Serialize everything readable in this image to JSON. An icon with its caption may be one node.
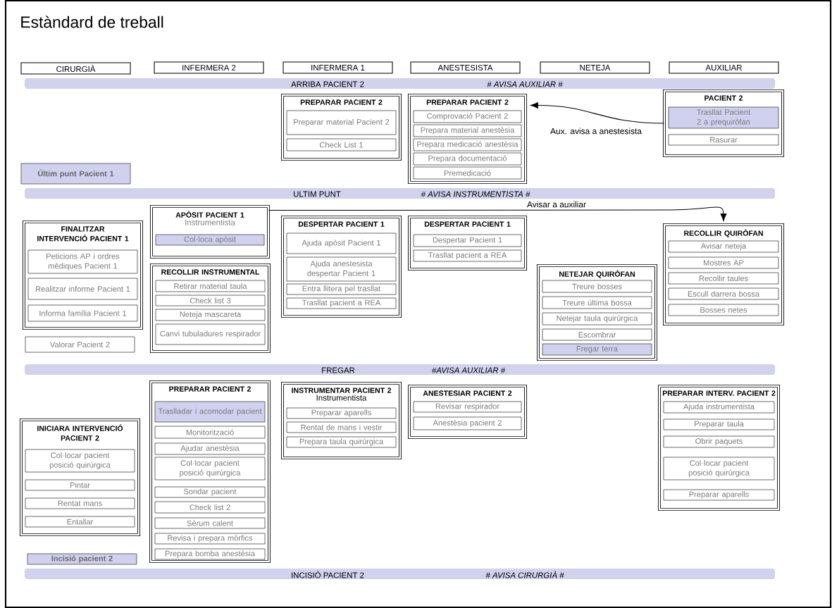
{
  "diagram": {
    "title": "Estàndard de treball",
    "nodes": [
      {
        "text": [
          "CIRURGIÀ"
        ]
      },
      {
        "text": [
          "INFERMERA 2"
        ]
      },
      {
        "text": [
          "INFERMERA 1"
        ]
      },
      {
        "text": [
          "ANESTESISTA"
        ]
      },
      {
        "text": [
          "NETEJA"
        ]
      },
      {
        "text": [
          "AUXILIAR"
        ]
      },
      {
        "text": [
          "ARRIBA PACIENT 2",
          "# AVISA AUXILIAR #"
        ]
      },
      {
        "text": [
          "PREPARAR PACIENT 2"
        ]
      },
      {
        "text": [
          "Preparar material Pacient 2"
        ],
        "in": 7
      },
      {
        "text": [
          "Check List 1"
        ],
        "in": 7
      },
      {
        "text": [
          "PREPARAR PACIENT 2"
        ]
      },
      {
        "text": [
          "Comprovació Pacient 2"
        ],
        "in": 10
      },
      {
        "text": [
          "Prepara material anestèsia"
        ],
        "in": 10
      },
      {
        "text": [
          "Prepara medicació anestèsia"
        ],
        "in": 10
      },
      {
        "text": [
          "Prepara documentació"
        ],
        "in": 10
      },
      {
        "text": [
          "Premedicació"
        ],
        "in": 10
      },
      {
        "text": [
          "PACIENT 2"
        ]
      },
      {
        "text": [
          "Trasllat Pacient 2 a prequiròfan"
        ],
        "in": 16
      },
      {
        "text": [
          "Rasurar"
        ],
        "in": 16
      },
      {
        "text": [
          "Últim punt Pacient 1"
        ]
      },
      {
        "text": [
          "ULTIM PUNT",
          "# AVISA INSTRUMENTISTA #"
        ]
      },
      {
        "text": [
          "APÒSIT PACIENT 1",
          "Instrumentista"
        ]
      },
      {
        "text": [
          "Col·loca apòsit"
        ],
        "in": 21
      },
      {
        "text": [
          "FINALITZAR INTERVENCIÓ PACIENT 1"
        ]
      },
      {
        "text": [
          "Peticions AP i ordres mèdiques Pacient 1"
        ],
        "in": 23
      },
      {
        "text": [
          "Realitzar informe Pacient 1"
        ],
        "in": 23
      },
      {
        "text": [
          "Informa família Pacient 1"
        ],
        "in": 23
      },
      {
        "text": [
          "RECOLLIR INSTRUMENTAL"
        ]
      },
      {
        "text": [
          "Retirar material taula"
        ],
        "in": 27
      },
      {
        "text": [
          "Check list 3"
        ],
        "in": 27
      },
      {
        "text": [
          "Neteja mascareta"
        ],
        "in": 27
      },
      {
        "text": [
          "Canvi tubuladures respirador"
        ],
        "in": 27
      },
      {
        "text": [
          "DESPERTAR PACIENT 1"
        ]
      },
      {
        "text": [
          "Ajuda apòsit Pacient 1"
        ],
        "in": 32
      },
      {
        "text": [
          "Ajuda anestesista despertar Pacient 1"
        ],
        "in": 32
      },
      {
        "text": [
          "Entra llitera pel trasllat"
        ],
        "in": 32
      },
      {
        "text": [
          "Trasllat pacient a REA"
        ],
        "in": 32
      },
      {
        "text": [
          "DESPERTAR PACIENT 1"
        ]
      },
      {
        "text": [
          "Despertar Pacient 1"
        ],
        "in": 37
      },
      {
        "text": [
          "Trasllat pacient a REA"
        ],
        "in": 37
      },
      {
        "text": [
          "RECOLLIR QUIRÒFAN"
        ]
      },
      {
        "text": [
          "Avisar neteja"
        ],
        "in": 40
      },
      {
        "text": [
          "Mostres AP"
        ],
        "in": 40
      },
      {
        "text": [
          "Recollir taules"
        ],
        "in": 40
      },
      {
        "text": [
          "Escull darrera bossa"
        ],
        "in": 40
      },
      {
        "text": [
          "Bosses netes"
        ],
        "in": 40
      },
      {
        "text": [
          "NETEJAR QUIRÒFAN"
        ]
      },
      {
        "text": [
          "Treure bosses"
        ],
        "in": 46
      },
      {
        "text": [
          "Treure última bossa"
        ],
        "in": 46
      },
      {
        "text": [
          "Netejar taula quirúrgica"
        ],
        "in": 46
      },
      {
        "text": [
          "Escombrar"
        ],
        "in": 46
      },
      {
        "text": [
          "Fregar terra"
        ],
        "in": 46
      },
      {
        "text": [
          "Valorar Pacient 2"
        ]
      },
      {
        "text": [
          "FREGAR",
          "#AVISA AUXILIAR #"
        ]
      },
      {
        "text": [
          "PREPARAR PACIENT 2"
        ]
      },
      {
        "text": [
          "Traslladar i acomodar pacient"
        ],
        "in": 54
      },
      {
        "text": [
          "Monitorització"
        ],
        "in": 54
      },
      {
        "text": [
          "Ajudar anestèsia"
        ],
        "in": 54
      },
      {
        "text": [
          "Col·locar pacient posició quirúrgica"
        ],
        "in": 54
      },
      {
        "text": [
          "Sondar pacient"
        ],
        "in": 54
      },
      {
        "text": [
          "Check list 2"
        ],
        "in": 54
      },
      {
        "text": [
          "Sèrum calent"
        ],
        "in": 54
      },
      {
        "text": [
          "Revisa i prepara mòrfics"
        ],
        "in": 54
      },
      {
        "text": [
          "Prepara bomba anestèsia"
        ],
        "in": 54
      },
      {
        "text": [
          "INSTRUMENTAR PACIENT 2",
          "Instrumentista"
        ]
      },
      {
        "text": [
          "Preparar aparells"
        ],
        "in": 64
      },
      {
        "text": [
          "Rentat de mans i vestir"
        ],
        "in": 64
      },
      {
        "text": [
          "Prepara taula quirúrgica"
        ],
        "in": 64
      },
      {
        "text": [
          "ANESTESIAR PACIENT 2"
        ]
      },
      {
        "text": [
          "Revisar respirador"
        ],
        "in": 68
      },
      {
        "text": [
          "Anestèsia pacient 2"
        ],
        "in": 68
      },
      {
        "text": [
          "PREPARAR INTERV. PACIENT 2"
        ]
      },
      {
        "text": [
          "Ajuda instrumentista"
        ],
        "in": 71
      },
      {
        "text": [
          "Preparar taula"
        ],
        "in": 71
      },
      {
        "text": [
          "Obrir paquets"
        ],
        "in": 71
      },
      {
        "text": [
          "Col·locar pacient posició quirúrgica"
        ],
        "in": 71
      },
      {
        "text": [
          "Preparar aparells"
        ],
        "in": 71
      },
      {
        "text": [
          "INICIARA INTERVENCIÓ PACIENT 2"
        ]
      },
      {
        "text": [
          "Col·locar pacient posició quirúrgica"
        ],
        "in": 77
      },
      {
        "text": [
          "Pintar"
        ],
        "in": 77
      },
      {
        "text": [
          "Rentat mans"
        ],
        "in": 77
      },
      {
        "text": [
          "Entallar"
        ],
        "in": 77
      },
      {
        "text": [
          "Incisió pacient 2"
        ]
      },
      {
        "text": [
          "INCISIÓ PACIENT 2",
          "# AVISA CIRURGIÀ #"
        ]
      }
    ],
    "edges": [
      {
        "from": 16,
        "to": 10,
        "arrow": "to",
        "label": "Aux. avisa a anestesista"
      },
      {
        "from": 21,
        "to": 40,
        "arrow": "to",
        "label": "Avisar a auxiliar"
      }
    ]
  }
}
